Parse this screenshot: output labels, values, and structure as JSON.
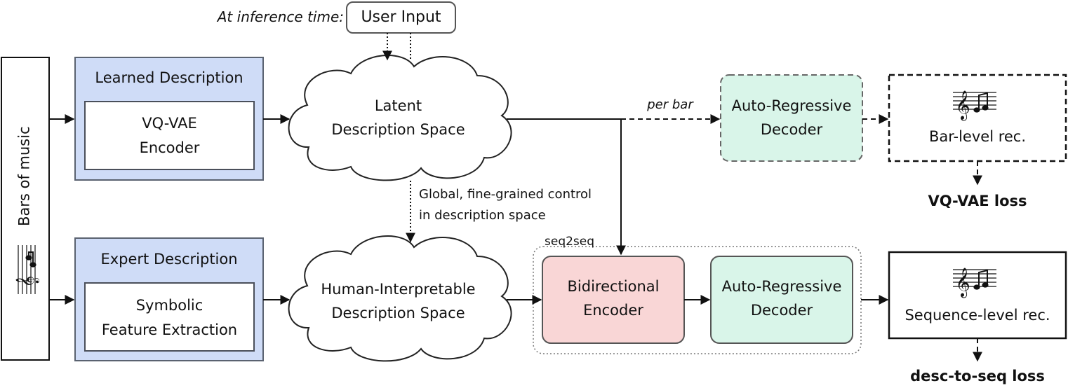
{
  "inference_label": "At inference time:",
  "user_input": "User Input",
  "bars_of_music": "Bars of music",
  "learned_description": {
    "title": "Learned Description",
    "inner_line1": "VQ-VAE",
    "inner_line2": "Encoder"
  },
  "expert_description": {
    "title": "Expert Description",
    "inner_line1": "Symbolic",
    "inner_line2": "Feature Extraction"
  },
  "latent_space": {
    "line1": "Latent",
    "line2": "Description Space"
  },
  "human_space": {
    "line1": "Human-Interpretable",
    "line2": "Description Space"
  },
  "control_note": {
    "line1": "Global, fine-grained control",
    "line2": "in description space"
  },
  "per_bar": "per bar",
  "ar_decoder_top": {
    "line1": "Auto-Regressive",
    "line2": "Decoder"
  },
  "bar_level": "Bar-level rec.",
  "vqvae_loss": "VQ-VAE loss",
  "seq2seq": "seq2seq",
  "bidirectional_encoder": {
    "line1": "Bidirectional",
    "line2": "Encoder"
  },
  "ar_decoder_bottom": {
    "line1": "Auto-Regressive",
    "line2": "Decoder"
  },
  "sequence_level": "Sequence-level rec.",
  "desc_loss": "desc-to-seq loss",
  "colors": {
    "blue_fill": "#cfdcf7",
    "blue_stroke": "#4a4f5a",
    "green_fill": "#d9f5e9",
    "pink_fill": "#f9d6d6"
  }
}
